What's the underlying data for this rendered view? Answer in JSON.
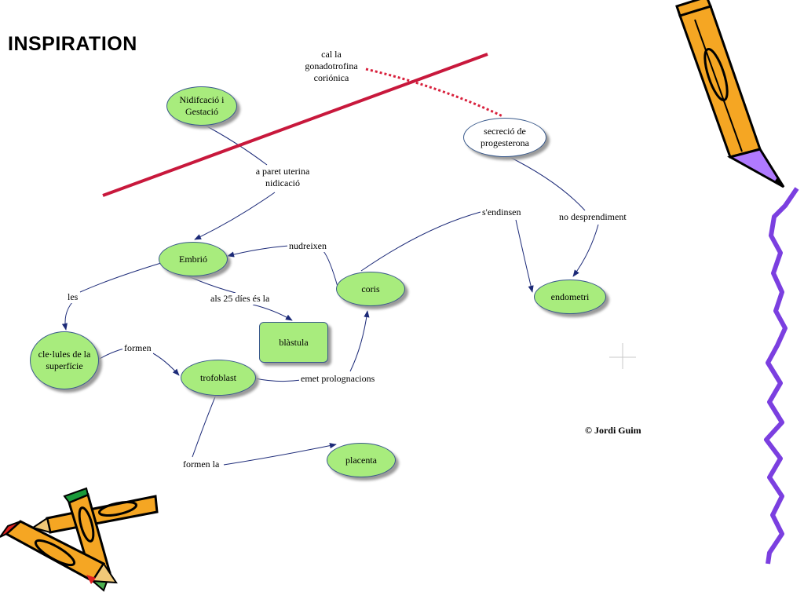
{
  "title": "INSPIRATION",
  "copyright": "© Jordi Guim",
  "nodes": {
    "nidificacio": "Nidifcació i Gestació",
    "secrecio": "secreció de progesterona",
    "embrio": "Embrió",
    "coris": "coris",
    "endometri": "endometri",
    "blastula": "blàstula",
    "celules": "cle·lules de la superfície",
    "trofoblast": "trofoblast",
    "placenta": "placenta"
  },
  "links": {
    "cal_la": "cal la gonadotrofina coriónica",
    "a_paret": "a paret uterina nidicació",
    "nudreixen": "nudreixen",
    "sendinsen": "s'endinsen",
    "no_desprendiment": "no desprendiment",
    "les": "les",
    "als_25": "als 25 díes és la",
    "formen": "formen",
    "emet": "emet prolognacions",
    "formen_la": "formen la"
  },
  "colors": {
    "node_fill": "#a8ec7d",
    "node_border": "#3a5a8c",
    "connector": "#1c2a78",
    "strike": "#c8183c",
    "pencil_body": "#f5a623",
    "squiggle": "#7b3fe0"
  },
  "icons": [
    "pencil-clipart-icon",
    "crossed-pencils-clipart-icon",
    "crosshair-icon"
  ]
}
